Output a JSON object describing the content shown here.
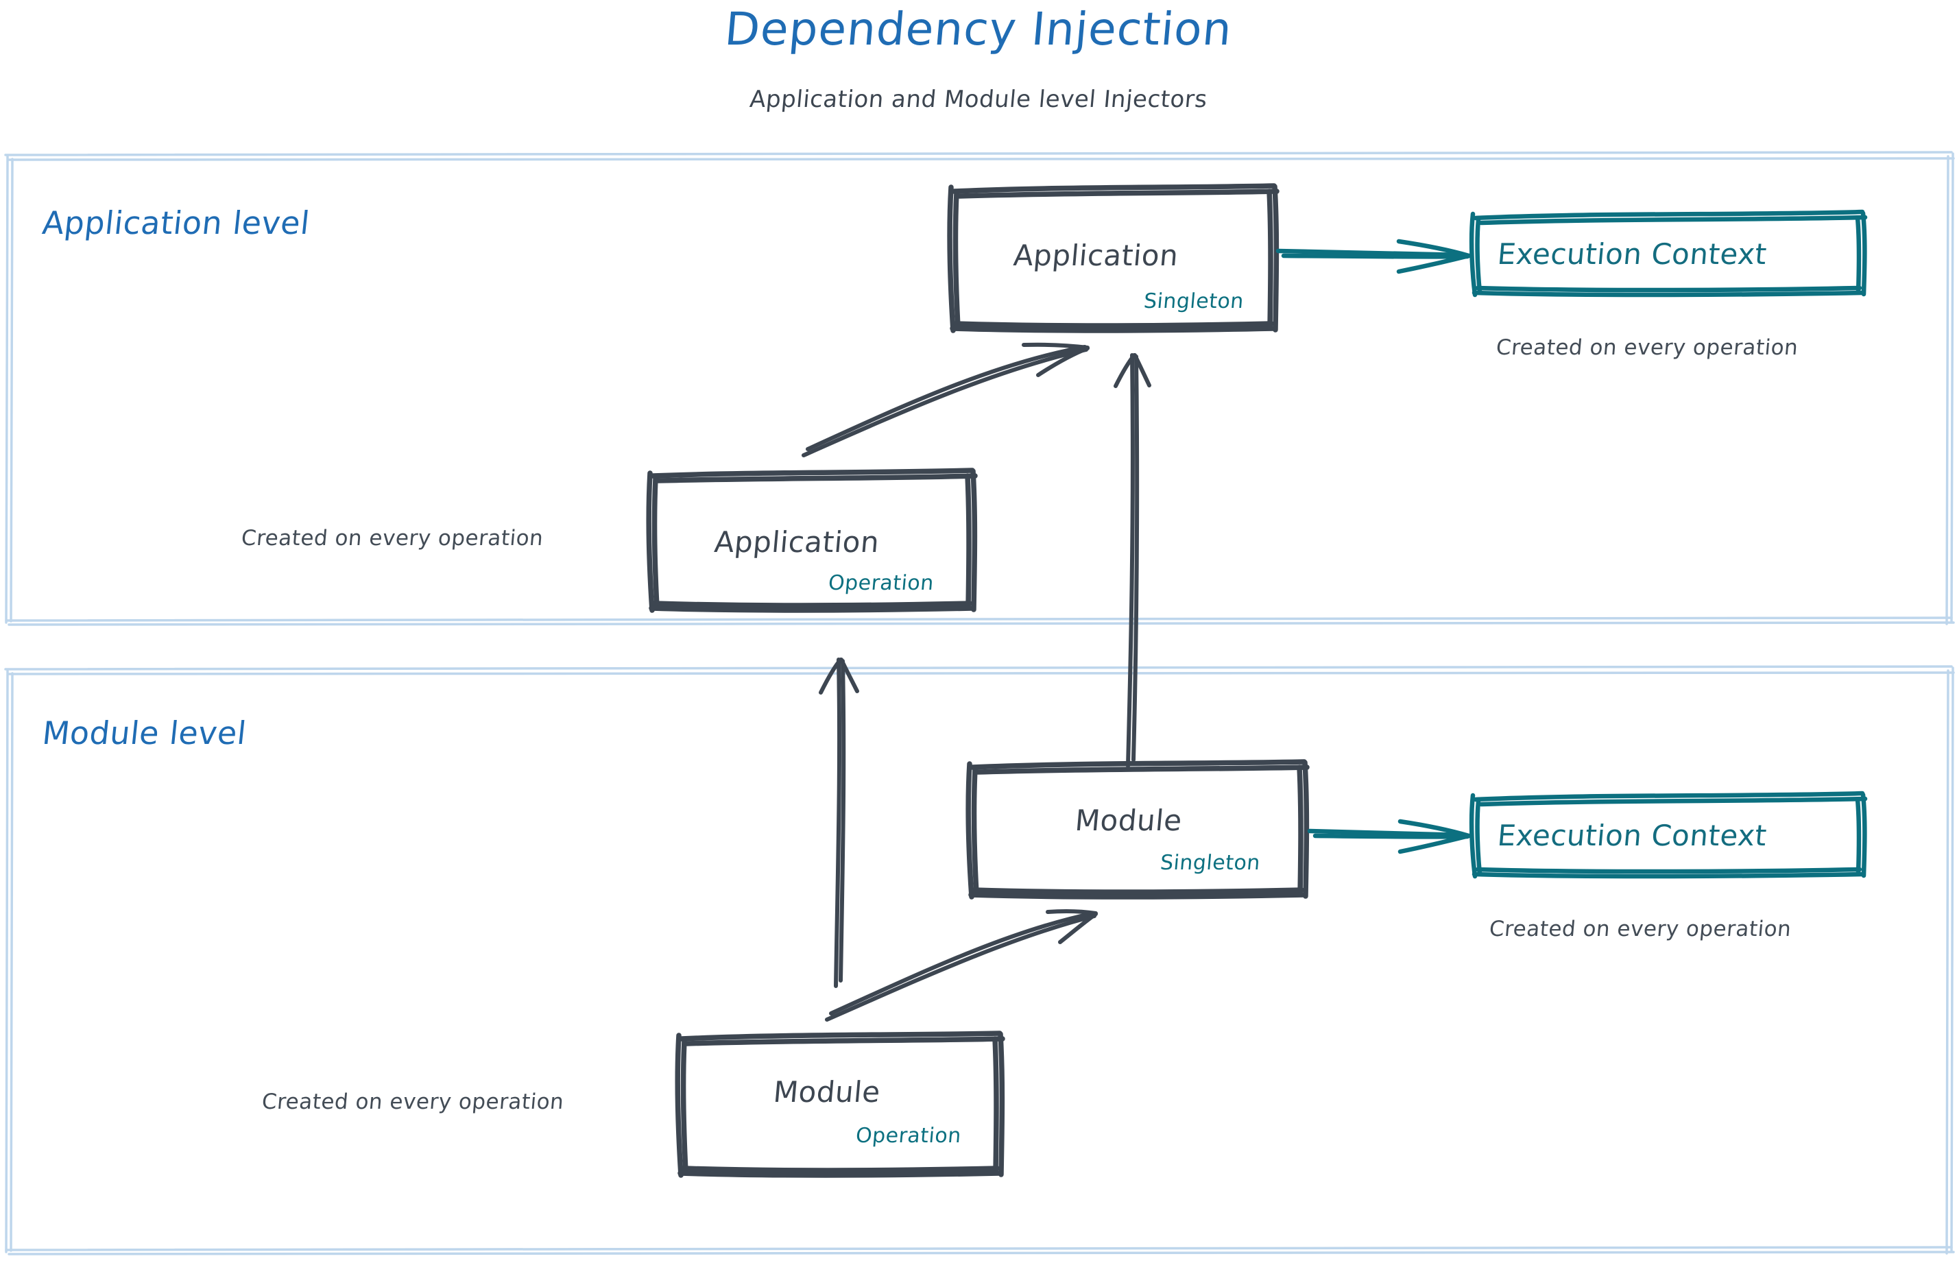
{
  "header": {
    "title": "Dependency Injection",
    "subtitle": "Application and Module level Injectors"
  },
  "colors": {
    "title_blue": "#1f6cb4",
    "zone_border": "#bed6ec",
    "node_stroke": "#3d4651",
    "teal": "#0c7080",
    "note_gray": "#434c56"
  },
  "zones": [
    {
      "id": "application-level",
      "label": "Application level"
    },
    {
      "id": "module-level",
      "label": "Module level"
    }
  ],
  "nodes": [
    {
      "id": "application-singleton",
      "title": "Application",
      "scope": "Singleton",
      "style": "gray",
      "zone": "application-level"
    },
    {
      "id": "application-operation",
      "title": "Application",
      "scope": "Operation",
      "style": "gray",
      "zone": "application-level"
    },
    {
      "id": "execution-context-application",
      "title": "Execution Context",
      "scope": "",
      "style": "teal",
      "zone": "application-level"
    },
    {
      "id": "module-singleton",
      "title": "Module",
      "scope": "Singleton",
      "style": "gray",
      "zone": "module-level"
    },
    {
      "id": "module-operation",
      "title": "Module",
      "scope": "Operation",
      "style": "gray",
      "zone": "module-level"
    },
    {
      "id": "execution-context-module",
      "title": "Execution Context",
      "scope": "",
      "style": "teal",
      "zone": "module-level"
    }
  ],
  "notes": [
    {
      "id": "note-exec-context-application",
      "text": "Created on every operation"
    },
    {
      "id": "note-application-operation",
      "text": "Created on every operation"
    },
    {
      "id": "note-exec-context-module",
      "text": "Created on every operation"
    },
    {
      "id": "note-module-operation",
      "text": "Created on every operation"
    }
  ],
  "edges": [
    {
      "id": "edge-application-singleton-to-exec-context",
      "from": "application-singleton",
      "to": "execution-context-application",
      "color": "teal",
      "kind": "arrow"
    },
    {
      "id": "edge-application-operation-to-application-singleton",
      "from": "application-operation",
      "to": "application-singleton",
      "color": "gray",
      "kind": "arrow"
    },
    {
      "id": "edge-module-singleton-to-application-singleton",
      "from": "module-singleton",
      "to": "application-singleton",
      "color": "gray",
      "kind": "arrow"
    },
    {
      "id": "edge-module-singleton-to-exec-context",
      "from": "module-singleton",
      "to": "execution-context-module",
      "color": "teal",
      "kind": "arrow"
    },
    {
      "id": "edge-module-operation-to-module-singleton",
      "from": "module-operation",
      "to": "module-singleton",
      "color": "gray",
      "kind": "arrow"
    },
    {
      "id": "edge-module-operation-to-application-operation",
      "from": "module-operation",
      "to": "application-operation",
      "color": "gray",
      "kind": "arrow"
    }
  ]
}
